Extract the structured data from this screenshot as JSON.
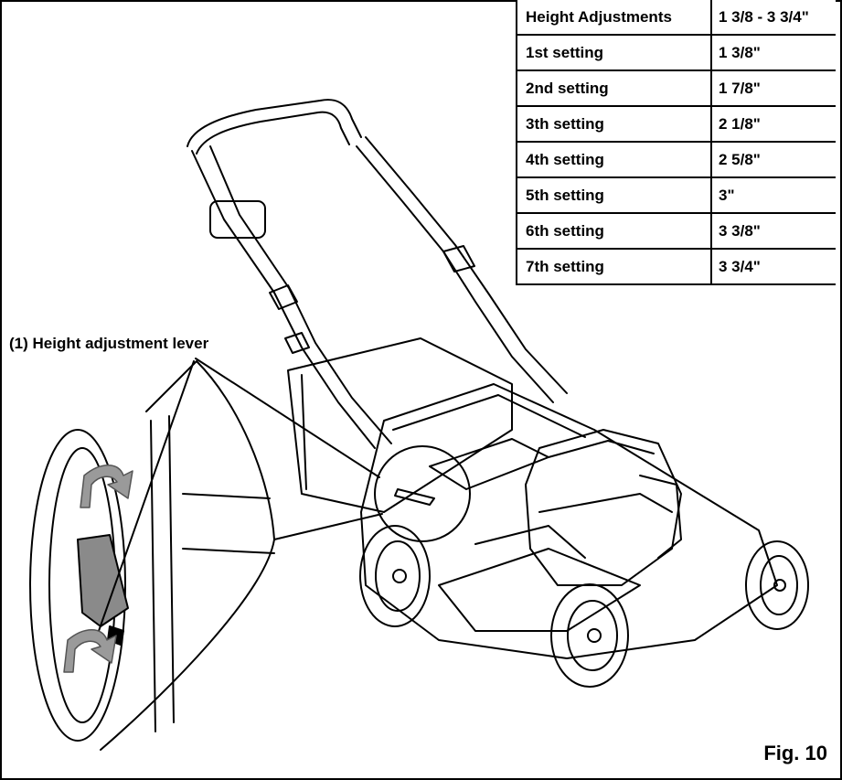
{
  "figure": {
    "callout_label": "(1) Height adjustment lever",
    "fig_label": "Fig. 10"
  },
  "table": {
    "header": [
      "Height Adjustments",
      "1 3/8 - 3 3/4\""
    ],
    "rows": [
      [
        "1st setting",
        "1 3/8\""
      ],
      [
        "2nd setting",
        "1 7/8\""
      ],
      [
        "3th setting",
        "2 1/8\""
      ],
      [
        "4th setting",
        "2 5/8\""
      ],
      [
        "5th setting",
        "3\""
      ],
      [
        "6th setting",
        "3 3/8\""
      ],
      [
        "7th setting",
        "3 3/4\""
      ]
    ]
  }
}
